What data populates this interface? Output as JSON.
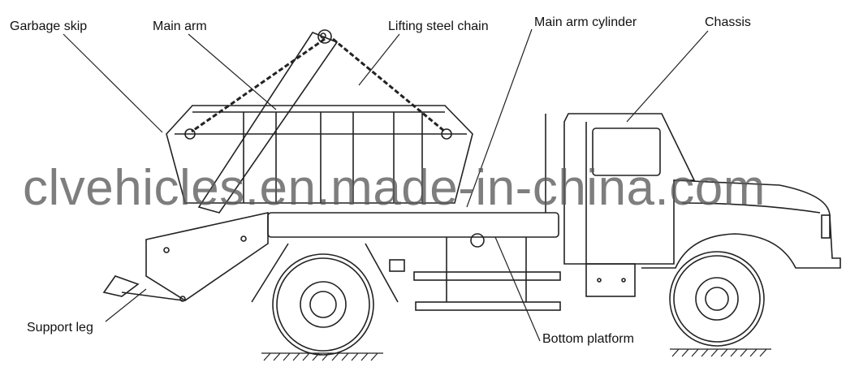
{
  "labels": {
    "garbage_skip": "Garbage skip",
    "main_arm": "Main arm",
    "lifting_steel_chain": "Lifting steel chain",
    "main_arm_cylinder": "Main arm cylinder",
    "chassis": "Chassis",
    "support_leg": "Support leg",
    "bottom_platform": "Bottom platform"
  },
  "watermark": "clvehicles.en.made-in-china.com"
}
